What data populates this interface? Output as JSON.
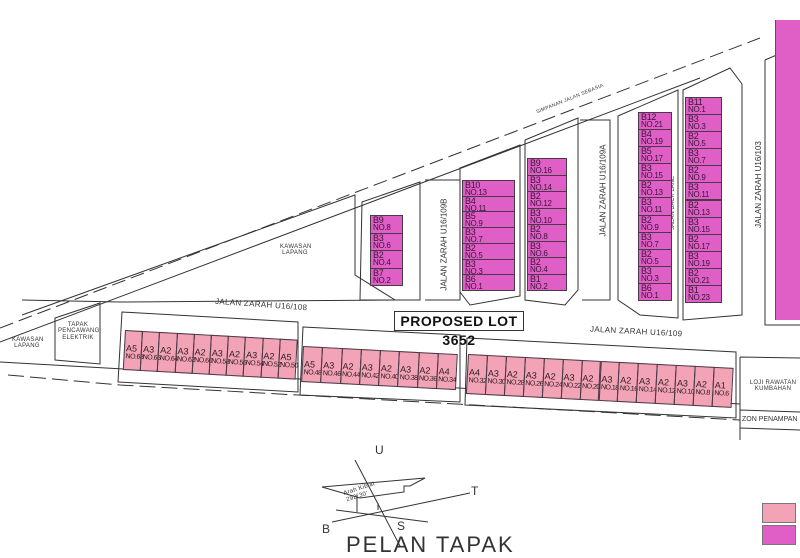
{
  "proposed_lot": "PROPOSED LOT 3652",
  "title": "PELAN TAPAK",
  "colors": {
    "type_a_lot": "#f2a3b6",
    "type_b_lot": "#df5fc6",
    "lines": "#333333"
  },
  "labels": {
    "road_reserve": "SIMPANAN JALAN SEBASIA",
    "road_108": "JALAN ZARAH U16/108",
    "road_109": "JALAN ZARAH U16/109",
    "road_109a": "JALAN ZARAH U16/109A",
    "road_109b": "JALAN ZARAH U16/109B",
    "road_103": "JALAN ZARAH U16/103",
    "back_lane": "JALAN BACK LANE",
    "open_space_1": "KAWASAN LAPANG",
    "open_space_2": "KAWASAN LAPANG",
    "substation": "TAPAK PENCAWANG ELEKTRIK",
    "sewage_plant": "LOJI RAWATAN KUMBAHAN",
    "buffer_zone": "ZON PENAMPAN"
  },
  "compass": {
    "north": "U",
    "south": "S",
    "east": "T",
    "west": "B",
    "qibla_label": "Arah Kiblat",
    "qibla_bearing": "292°30'"
  },
  "b_blocks": [
    [
      [
        "B9",
        "NO.8"
      ],
      [
        "B3",
        "NO.6"
      ],
      [
        "B2",
        "NO.4"
      ],
      [
        "B7",
        "NO.2"
      ]
    ],
    [
      [
        "B10",
        "NO.13"
      ],
      [
        "B4",
        "NO.11"
      ],
      [
        "B5",
        "NO.9"
      ],
      [
        "B3",
        "NO.7"
      ],
      [
        "B2",
        "NO.5"
      ],
      [
        "B3",
        "NO.3"
      ],
      [
        "B6",
        "NO.1"
      ]
    ],
    [
      [
        "B9",
        "NO.16"
      ],
      [
        "B3",
        "NO.14"
      ],
      [
        "B2",
        "NO.12"
      ],
      [
        "B3",
        "NO.10"
      ],
      [
        "B2",
        "NO.8"
      ],
      [
        "B3",
        "NO.6"
      ],
      [
        "B2",
        "NO.4"
      ],
      [
        "B1",
        "NO.2"
      ]
    ],
    [
      [
        "B12",
        "NO.21"
      ],
      [
        "B4",
        "NO.19"
      ],
      [
        "B5",
        "NO.17"
      ],
      [
        "B3",
        "NO.15"
      ],
      [
        "B2",
        "NO.13"
      ],
      [
        "B3",
        "NO.11"
      ],
      [
        "B2",
        "NO.9"
      ],
      [
        "B3",
        "NO.7"
      ],
      [
        "B2",
        "NO.5"
      ],
      [
        "B3",
        "NO.3"
      ],
      [
        "B6",
        "NO.1"
      ]
    ],
    [
      [
        "B11",
        "NO.1"
      ],
      [
        "B3",
        "NO.3"
      ],
      [
        "B2",
        "NO.5"
      ],
      [
        "B3",
        "NO.7"
      ],
      [
        "B2",
        "NO.9"
      ],
      [
        "B3",
        "NO.11"
      ],
      [
        "B2",
        "NO.13"
      ],
      [
        "B3",
        "NO.15"
      ],
      [
        "B2",
        "NO.17"
      ],
      [
        "B3",
        "NO.19"
      ],
      [
        "B2",
        "NO.21"
      ],
      [
        "B1",
        "NO.23"
      ]
    ]
  ],
  "a_blocks": [
    [
      [
        "A5",
        "NO.68"
      ],
      [
        "A3",
        "NO.66"
      ],
      [
        "A2",
        "NO.64"
      ],
      [
        "A3",
        "NO.62"
      ],
      [
        "A2",
        "NO.60"
      ],
      [
        "A3",
        "NO.58"
      ],
      [
        "A2",
        "NO.56"
      ],
      [
        "A3",
        "NO.54"
      ],
      [
        "A2",
        "NO.52"
      ],
      [
        "A5",
        "NO.50"
      ]
    ],
    [
      [
        "A5",
        "NO.48"
      ],
      [
        "A3",
        "NO.46"
      ],
      [
        "A2",
        "NO.44"
      ],
      [
        "A3",
        "NO.42"
      ],
      [
        "A2",
        "NO.40"
      ],
      [
        "A3",
        "NO.38"
      ],
      [
        "A2",
        "NO.36"
      ],
      [
        "A4",
        "NO.34"
      ]
    ],
    [
      [
        "A4",
        "NO.32"
      ],
      [
        "A3",
        "NO.30"
      ],
      [
        "A2",
        "NO.28"
      ],
      [
        "A3",
        "NO.26"
      ],
      [
        "A2",
        "NO.24"
      ],
      [
        "A3",
        "NO.22"
      ],
      [
        "A2",
        "NO.20"
      ],
      [
        "A3",
        "NO.18"
      ],
      [
        "A2",
        "NO.16"
      ],
      [
        "A3",
        "NO.14"
      ],
      [
        "A2",
        "NO.12"
      ],
      [
        "A3",
        "NO.10"
      ],
      [
        "A2",
        "NO.8"
      ],
      [
        "A1",
        "NO.6"
      ]
    ]
  ]
}
